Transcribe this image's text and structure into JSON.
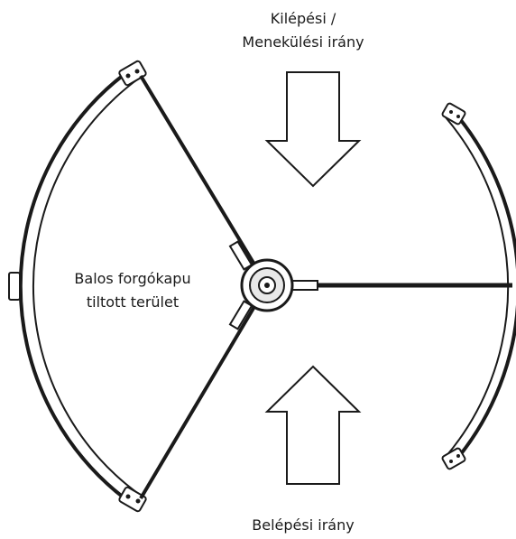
{
  "labels": {
    "exit_line1": "Kilépési /",
    "exit_line2": "Menekülési irány",
    "left_area_line1": "Balos forgókapu",
    "left_area_line2": "tiltott terület",
    "entry": "Belépési irány"
  },
  "icons": {
    "exit_arrow": "arrow-down",
    "entry_arrow": "arrow-up"
  },
  "colors": {
    "line": "#1a1a1a",
    "background": "#ffffff",
    "arrow_fill": "#ffffff"
  }
}
